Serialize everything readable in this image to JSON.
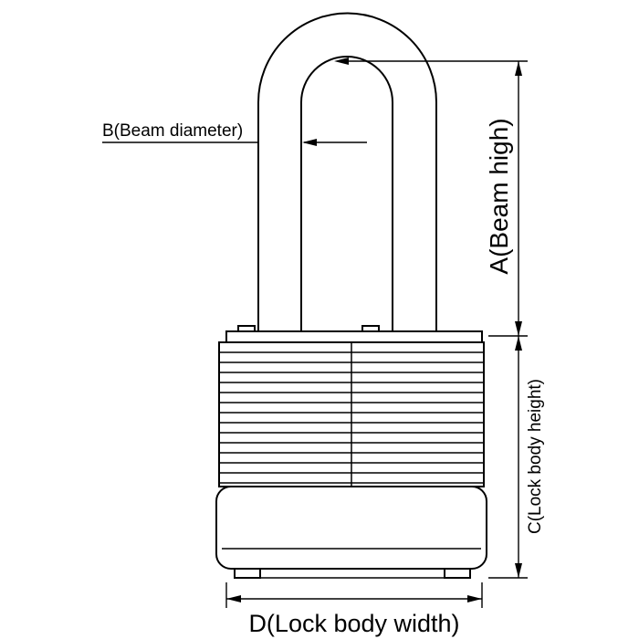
{
  "page": {
    "background": "#ffffff"
  },
  "diagram": {
    "subject": "padlock-dimension-drawing",
    "labels": {
      "beam_height": "A(Beam high)",
      "beam_diameter": "B(Beam diameter)",
      "lock_body_height": "C(Lock body height)",
      "lock_body_width": "D(Lock body width)"
    },
    "colors": {
      "line": "#000000",
      "background": "#ffffff"
    }
  }
}
